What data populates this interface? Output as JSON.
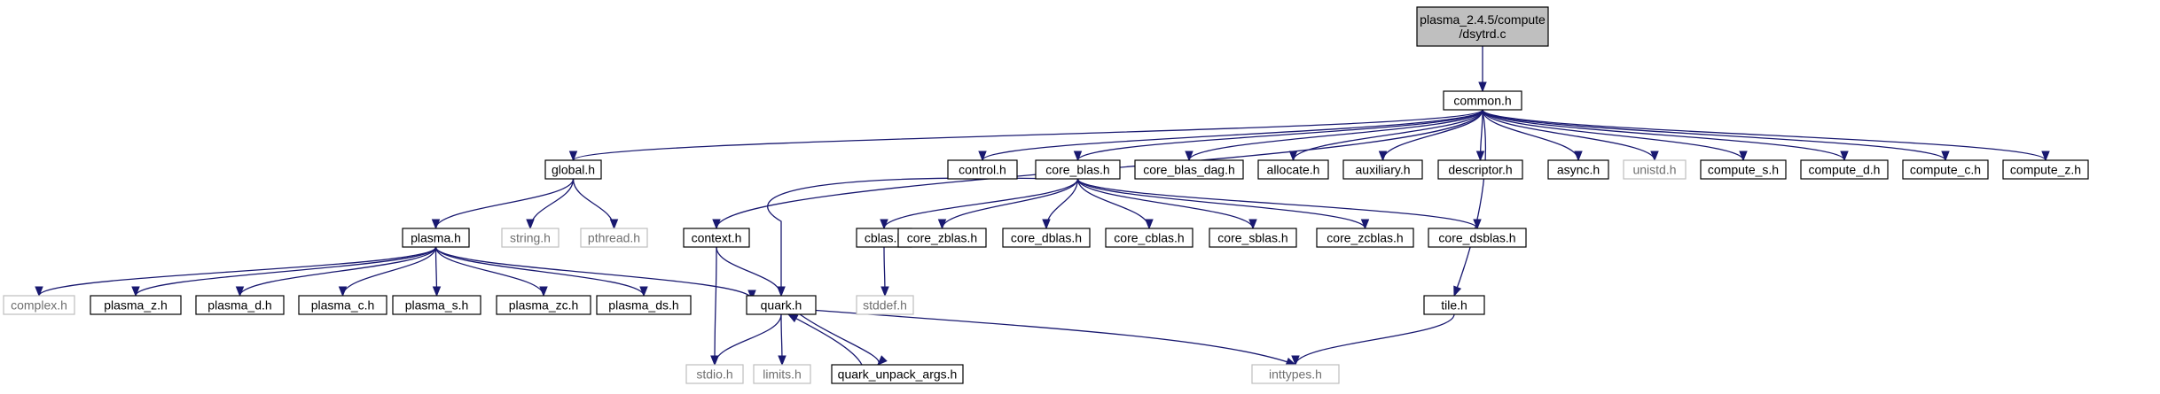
{
  "colors": {
    "edge": "#191970",
    "root_fill": "#bfbfbf",
    "node_border": "#000000",
    "missing_border": "#bfbfbf",
    "missing_text": "#6f6f6f"
  },
  "nodes": [
    {
      "id": "dsytrd",
      "lines": [
        "plasma_2.4.5/compute",
        "/dsytrd.c"
      ],
      "kind": "root"
    },
    {
      "id": "common",
      "lines": [
        "common.h"
      ],
      "kind": "solid"
    },
    {
      "id": "global",
      "lines": [
        "global.h"
      ],
      "kind": "solid"
    },
    {
      "id": "control",
      "lines": [
        "control.h"
      ],
      "kind": "solid"
    },
    {
      "id": "core_blas",
      "lines": [
        "core_blas.h"
      ],
      "kind": "solid"
    },
    {
      "id": "core_blas_dag",
      "lines": [
        "core_blas_dag.h"
      ],
      "kind": "solid"
    },
    {
      "id": "allocate",
      "lines": [
        "allocate.h"
      ],
      "kind": "solid"
    },
    {
      "id": "auxiliary",
      "lines": [
        "auxiliary.h"
      ],
      "kind": "solid"
    },
    {
      "id": "descriptor",
      "lines": [
        "descriptor.h"
      ],
      "kind": "solid"
    },
    {
      "id": "async",
      "lines": [
        "async.h"
      ],
      "kind": "solid"
    },
    {
      "id": "unistd",
      "lines": [
        "unistd.h"
      ],
      "kind": "missing"
    },
    {
      "id": "compute_s",
      "lines": [
        "compute_s.h"
      ],
      "kind": "solid"
    },
    {
      "id": "compute_d",
      "lines": [
        "compute_d.h"
      ],
      "kind": "solid"
    },
    {
      "id": "compute_c",
      "lines": [
        "compute_c.h"
      ],
      "kind": "solid"
    },
    {
      "id": "compute_z",
      "lines": [
        "compute_z.h"
      ],
      "kind": "solid"
    },
    {
      "id": "plasma",
      "lines": [
        "plasma.h"
      ],
      "kind": "solid"
    },
    {
      "id": "string",
      "lines": [
        "string.h"
      ],
      "kind": "missing"
    },
    {
      "id": "pthread",
      "lines": [
        "pthread.h"
      ],
      "kind": "missing"
    },
    {
      "id": "context",
      "lines": [
        "context.h"
      ],
      "kind": "solid"
    },
    {
      "id": "cblas",
      "lines": [
        "cblas.h"
      ],
      "kind": "solid"
    },
    {
      "id": "core_zblas",
      "lines": [
        "core_zblas.h"
      ],
      "kind": "solid"
    },
    {
      "id": "core_dblas",
      "lines": [
        "core_dblas.h"
      ],
      "kind": "solid"
    },
    {
      "id": "core_cblas",
      "lines": [
        "core_cblas.h"
      ],
      "kind": "solid"
    },
    {
      "id": "core_sblas",
      "lines": [
        "core_sblas.h"
      ],
      "kind": "solid"
    },
    {
      "id": "core_zcblas",
      "lines": [
        "core_zcblas.h"
      ],
      "kind": "solid"
    },
    {
      "id": "core_dsblas",
      "lines": [
        "core_dsblas.h"
      ],
      "kind": "solid"
    },
    {
      "id": "stddef",
      "lines": [
        "stddef.h"
      ],
      "kind": "missing"
    },
    {
      "id": "tile",
      "lines": [
        "tile.h"
      ],
      "kind": "solid"
    },
    {
      "id": "complex",
      "lines": [
        "complex.h"
      ],
      "kind": "missing"
    },
    {
      "id": "plasma_z",
      "lines": [
        "plasma_z.h"
      ],
      "kind": "solid"
    },
    {
      "id": "plasma_d",
      "lines": [
        "plasma_d.h"
      ],
      "kind": "solid"
    },
    {
      "id": "plasma_c",
      "lines": [
        "plasma_c.h"
      ],
      "kind": "solid"
    },
    {
      "id": "plasma_s",
      "lines": [
        "plasma_s.h"
      ],
      "kind": "solid"
    },
    {
      "id": "plasma_zc",
      "lines": [
        "plasma_zc.h"
      ],
      "kind": "solid"
    },
    {
      "id": "plasma_ds",
      "lines": [
        "plasma_ds.h"
      ],
      "kind": "solid"
    },
    {
      "id": "quark",
      "lines": [
        "quark.h"
      ],
      "kind": "solid"
    },
    {
      "id": "stdio",
      "lines": [
        "stdio.h"
      ],
      "kind": "missing"
    },
    {
      "id": "limits",
      "lines": [
        "limits.h"
      ],
      "kind": "missing"
    },
    {
      "id": "quark_unpack_args",
      "lines": [
        "quark_unpack_args.h"
      ],
      "kind": "solid"
    },
    {
      "id": "inttypes",
      "lines": [
        "inttypes.h"
      ],
      "kind": "missing"
    }
  ],
  "edges": [
    [
      "dsytrd",
      "common"
    ],
    [
      "common",
      "global"
    ],
    [
      "common",
      "control"
    ],
    [
      "common",
      "core_blas"
    ],
    [
      "common",
      "core_blas_dag"
    ],
    [
      "common",
      "allocate"
    ],
    [
      "common",
      "auxiliary"
    ],
    [
      "common",
      "descriptor"
    ],
    [
      "common",
      "async"
    ],
    [
      "common",
      "unistd"
    ],
    [
      "common",
      "compute_s"
    ],
    [
      "common",
      "compute_d"
    ],
    [
      "common",
      "compute_c"
    ],
    [
      "common",
      "compute_z"
    ],
    [
      "common",
      "context"
    ],
    [
      "common",
      "tile"
    ],
    [
      "global",
      "plasma"
    ],
    [
      "global",
      "string"
    ],
    [
      "global",
      "pthread"
    ],
    [
      "core_blas",
      "cblas"
    ],
    [
      "core_blas",
      "core_zblas"
    ],
    [
      "core_blas",
      "core_dblas"
    ],
    [
      "core_blas",
      "core_cblas"
    ],
    [
      "core_blas",
      "core_sblas"
    ],
    [
      "core_blas",
      "core_zcblas"
    ],
    [
      "core_blas",
      "core_dsblas"
    ],
    [
      "core_blas",
      "quark"
    ],
    [
      "plasma",
      "complex"
    ],
    [
      "plasma",
      "plasma_z"
    ],
    [
      "plasma",
      "plasma_d"
    ],
    [
      "plasma",
      "plasma_c"
    ],
    [
      "plasma",
      "plasma_s"
    ],
    [
      "plasma",
      "plasma_zc"
    ],
    [
      "plasma",
      "plasma_ds"
    ],
    [
      "plasma",
      "quark"
    ],
    [
      "context",
      "quark"
    ],
    [
      "context",
      "stdio"
    ],
    [
      "cblas",
      "stddef"
    ],
    [
      "quark",
      "stdio"
    ],
    [
      "quark",
      "limits"
    ],
    [
      "quark",
      "quark_unpack_args"
    ],
    [
      "quark",
      "inttypes"
    ],
    [
      "quark_unpack_args",
      "quark"
    ],
    [
      "tile",
      "inttypes"
    ]
  ]
}
